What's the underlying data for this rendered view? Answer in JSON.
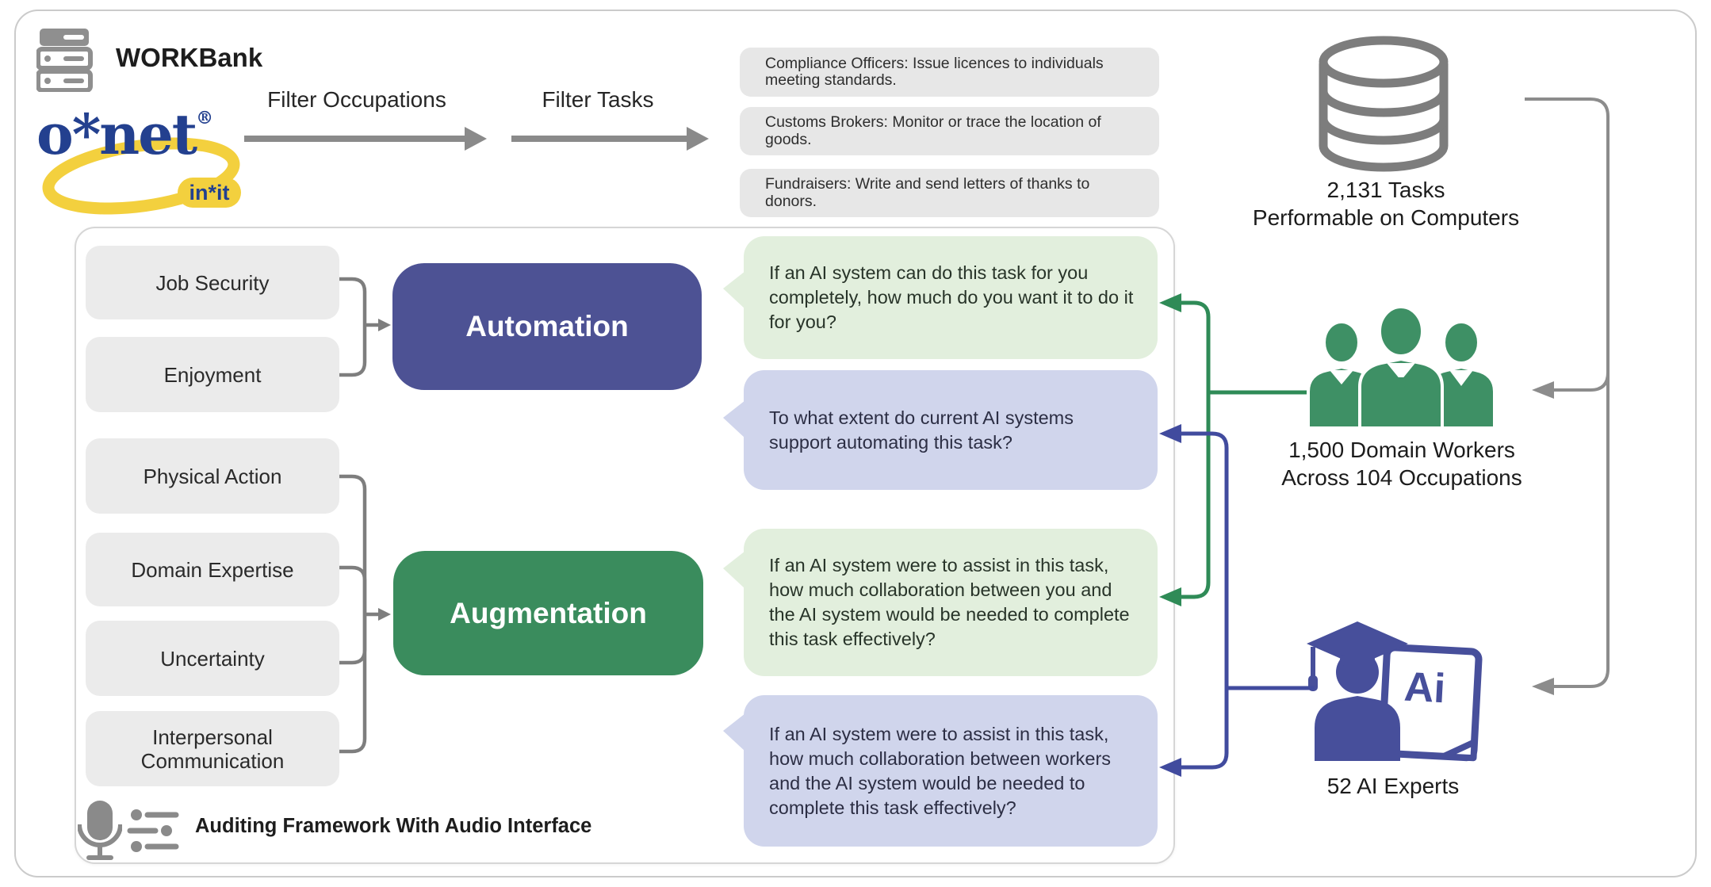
{
  "header": {
    "app_title": "WORKBank",
    "onet_logo": {
      "name": "o*net",
      "registered_mark": "®",
      "sub_badge": "in*it"
    },
    "steps": [
      {
        "label": "Filter Occupations"
      },
      {
        "label": "Filter Tasks"
      }
    ],
    "task_examples": [
      {
        "text": "Compliance Officers: Issue licences to individuals meeting standards."
      },
      {
        "text": "Customs Brokers: Monitor or trace the location of goods."
      },
      {
        "text": "Fundraisers: Write and send letters of thanks to donors."
      }
    ]
  },
  "right_column": {
    "tasks_db": {
      "line1": "2,131 Tasks",
      "line2": "Performable on Computers"
    },
    "workers": {
      "line1": "1,500 Domain Workers",
      "line2": "Across 104 Occupations"
    },
    "experts": {
      "label": "52 AI Experts",
      "doc_text": "Ai"
    }
  },
  "framework": {
    "factors": [
      {
        "label": "Job Security"
      },
      {
        "label": "Enjoyment"
      },
      {
        "label": "Physical Action"
      },
      {
        "label": "Domain Expertise"
      },
      {
        "label": "Uncertainty"
      },
      {
        "label": "Interpersonal Communication"
      }
    ],
    "categories": [
      {
        "label": "Automation",
        "color": "#4d5294"
      },
      {
        "label": "Augmentation",
        "color": "#3a8c5d"
      }
    ],
    "questions": [
      {
        "audience": "worker",
        "text": "If an AI system can do this task for you completely, how much do you want it to do it for you?"
      },
      {
        "audience": "expert",
        "text": "To what extent do current AI systems support automating this task?"
      },
      {
        "audience": "worker",
        "text": "If an AI system were to assist in this task, how much collaboration between you and the AI system would be needed to complete this task effectively?"
      },
      {
        "audience": "expert",
        "text": "If an AI system were to assist in this task, how much collaboration between workers and the AI system would be needed to complete this task effectively?"
      }
    ],
    "footer": "Auditing Framework With Audio Interface"
  },
  "colors": {
    "automation": "#4d5294",
    "augmentation": "#3a8c5d",
    "worker_green": "#3e9065",
    "expert_indigo": "#474f9b",
    "bubble_green": "#e2efdd",
    "bubble_lavender": "#d0d5ec",
    "onet_navy": "#23408f",
    "onet_yellow": "#f3d03e",
    "connector_gray": "#8c8c8c"
  }
}
